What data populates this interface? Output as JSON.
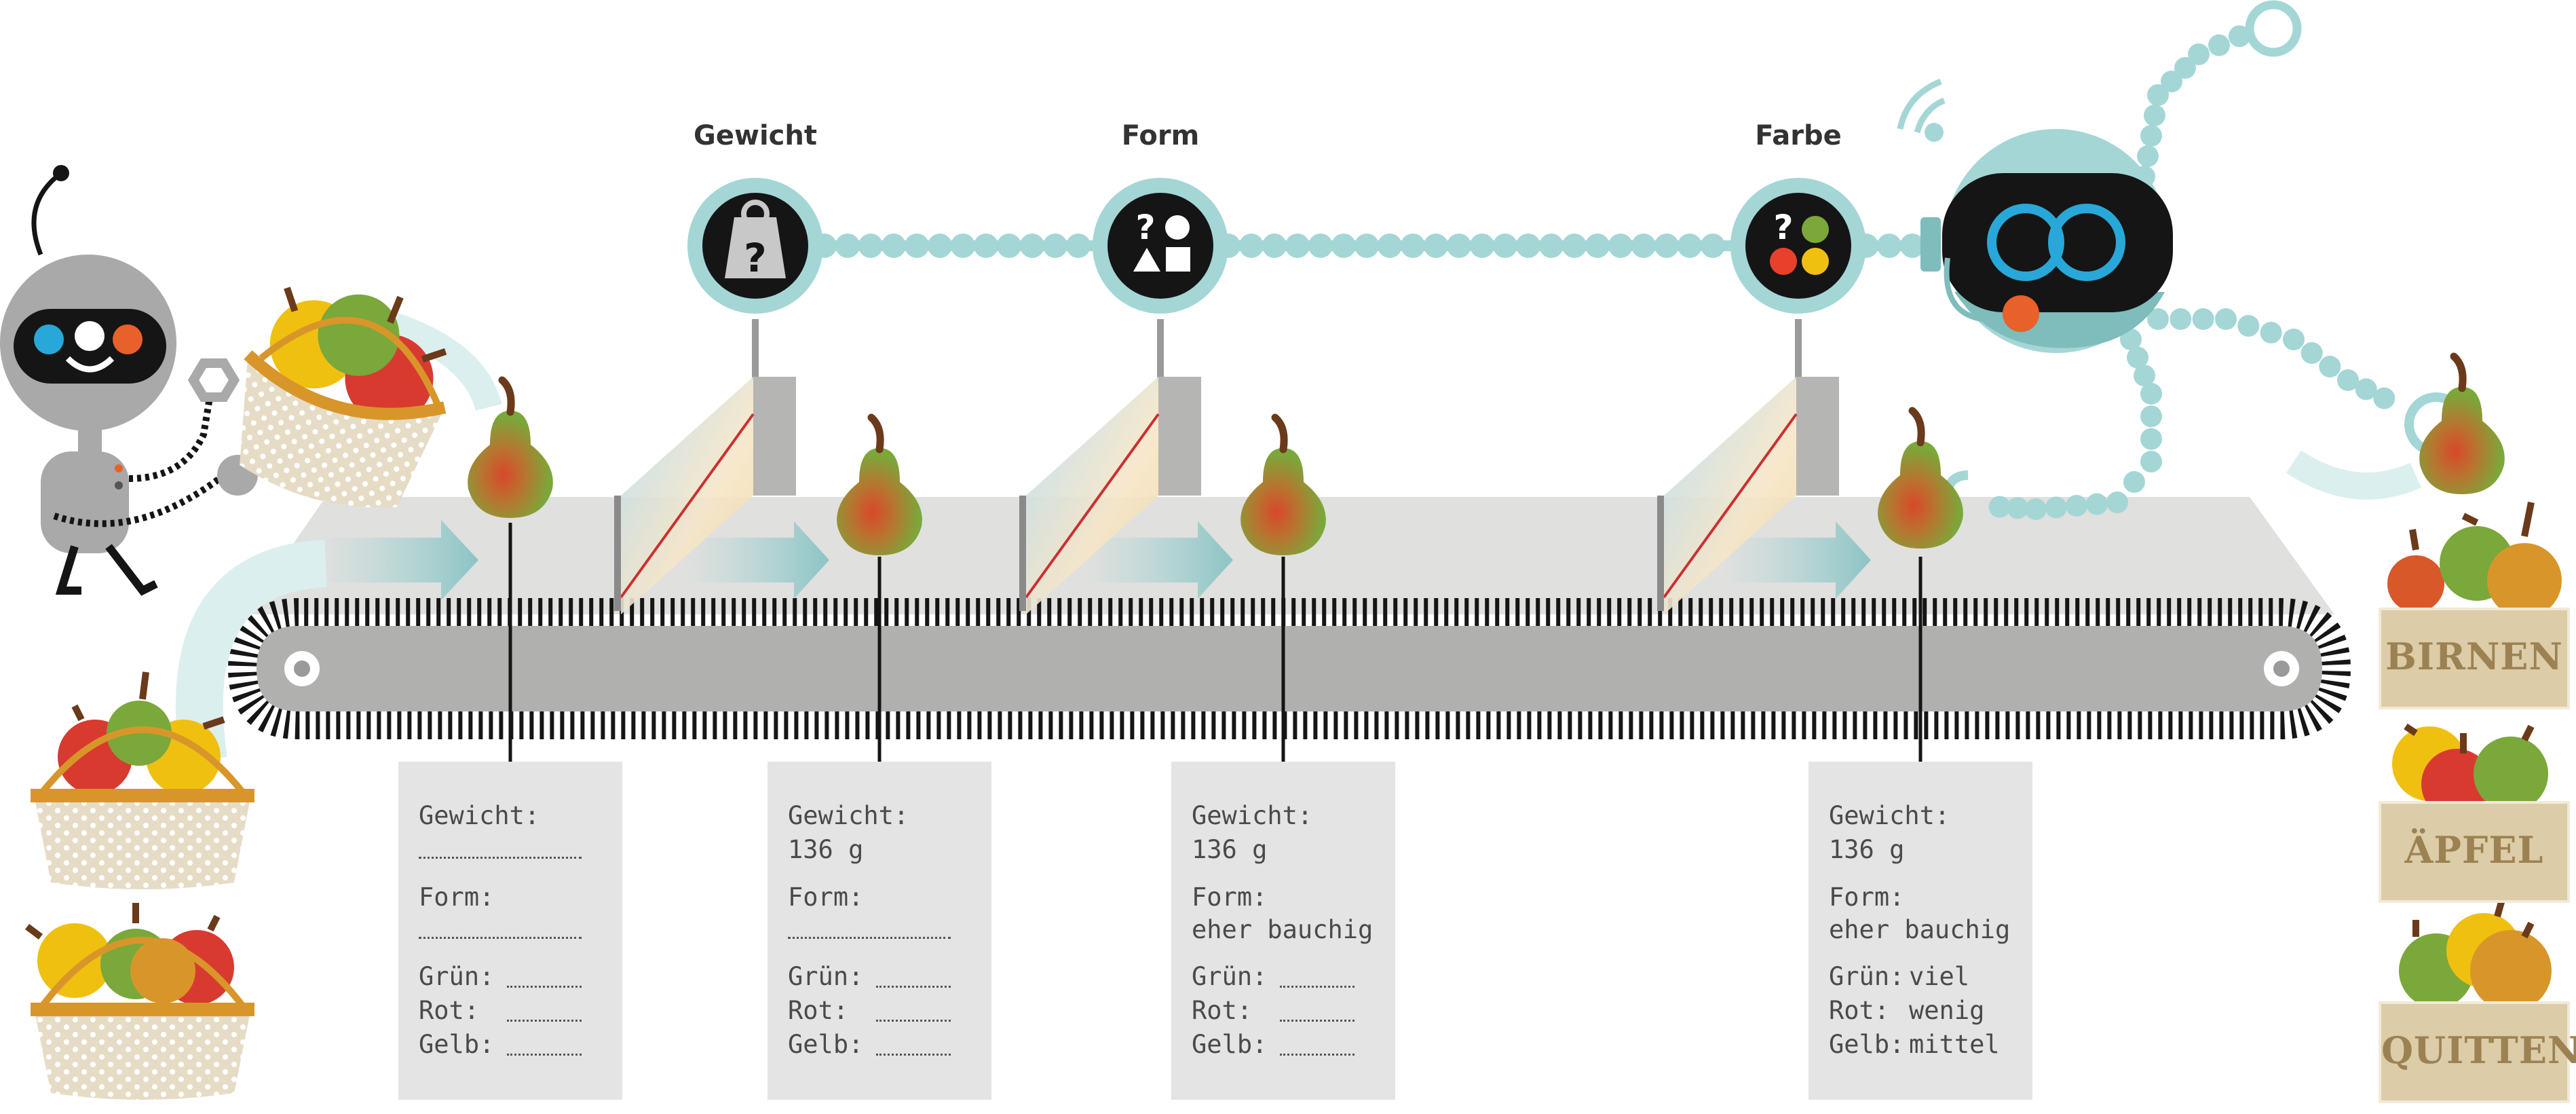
{
  "stations": [
    {
      "label": "Gewicht",
      "icon": "weight-question-icon"
    },
    {
      "label": "Form",
      "icon": "shape-question-icon"
    },
    {
      "label": "Farbe",
      "icon": "color-question-icon"
    }
  ],
  "tickets": [
    {
      "weight_label": "Gewicht:",
      "weight": "",
      "form_label": "Form:",
      "form": "",
      "green_label": "Grün:",
      "green": "",
      "red_label": "Rot:",
      "red": "",
      "yellow_label": "Gelb:",
      "yellow": ""
    },
    {
      "weight_label": "Gewicht:",
      "weight": "136 g",
      "form_label": "Form:",
      "form": "",
      "green_label": "Grün:",
      "green": "",
      "red_label": "Rot:",
      "red": "",
      "yellow_label": "Gelb:",
      "yellow": ""
    },
    {
      "weight_label": "Gewicht:",
      "weight": "136 g",
      "form_label": "Form:",
      "form": "eher bauchig",
      "green_label": "Grün:",
      "green": "",
      "red_label": "Rot:",
      "red": "",
      "yellow_label": "Gelb:",
      "yellow": ""
    },
    {
      "weight_label": "Gewicht:",
      "weight": "136 g",
      "form_label": "Form:",
      "form": "eher bauchig",
      "green_label": "Grün:",
      "green": "viel",
      "red_label": "Rot:",
      "red": "wenig",
      "yellow_label": "Gelb:",
      "yellow": "mittel"
    }
  ],
  "crates": [
    {
      "label": "BIRNEN"
    },
    {
      "label": "ÄPFEL"
    },
    {
      "label": "QUITTEN"
    }
  ],
  "colors": {
    "teal": "#a4d6d6",
    "teal_dark": "#7fbcbc",
    "belt": "#b0b0ae",
    "belt_top": "#e0e0de",
    "pear_green": "#7aa83a",
    "pear_red": "#d8582a",
    "crate": "#dccca8",
    "crate_text": "#9c8252"
  }
}
